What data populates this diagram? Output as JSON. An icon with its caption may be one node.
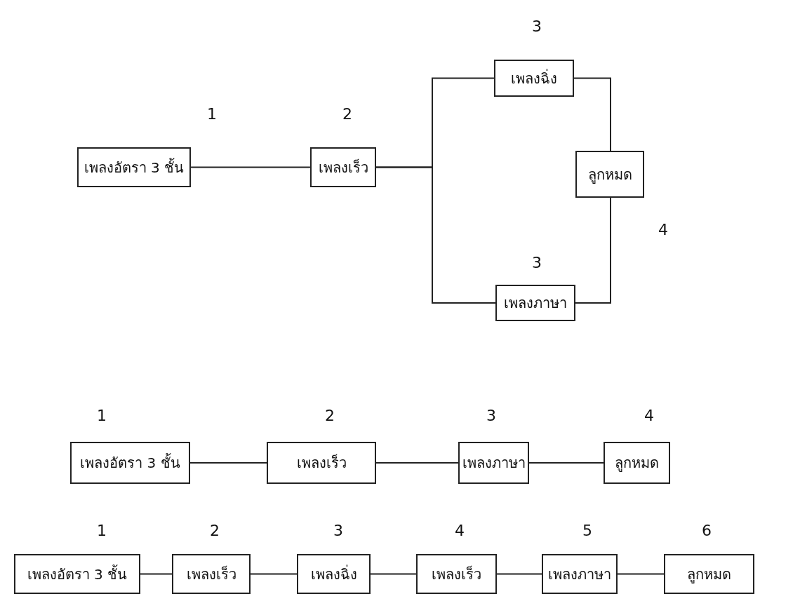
{
  "diagram": {
    "nodes": [
      {
        "text": [
          "เพลงอัตรา 3 ชั้น"
        ],
        "beside": [
          "1"
        ]
      },
      {
        "text": [
          "เพลงเร็ว"
        ],
        "beside": [
          "2"
        ]
      },
      {
        "text": [
          "เพลงฉิ่ง"
        ],
        "beside": [
          "3"
        ]
      },
      {
        "text": [
          "เพลงภาษา"
        ],
        "beside": [
          "3"
        ]
      },
      {
        "text": [
          "ลูกหมด"
        ],
        "beside": [
          "4"
        ]
      },
      {
        "text": [
          "เพลงอัตรา 3 ชั้น"
        ],
        "beside": [
          "1"
        ]
      },
      {
        "text": [
          "เพลงเร็ว"
        ],
        "beside": [
          "2"
        ]
      },
      {
        "text": [
          "เพลงภาษา"
        ],
        "beside": [
          "3"
        ]
      },
      {
        "text": [
          "ลูกหมด"
        ],
        "beside": [
          "4"
        ]
      },
      {
        "text": [
          "เพลงอัตรา 3 ชั้น"
        ],
        "beside": [
          "1"
        ]
      },
      {
        "text": [
          "เพลงเร็ว"
        ],
        "beside": [
          "2"
        ]
      },
      {
        "text": [
          "เพลงฉิ่ง"
        ],
        "beside": [
          "3"
        ]
      },
      {
        "text": [
          "เพลงเร็ว"
        ],
        "beside": [
          "4"
        ]
      },
      {
        "text": [
          "เพลงภาษา"
        ],
        "beside": [
          "5"
        ]
      },
      {
        "text": [
          "ลูกหมด"
        ],
        "beside": [
          "6"
        ]
      }
    ],
    "edges": [
      {
        "from": 0,
        "to": 1,
        "arrow": "none"
      },
      {
        "from": 1,
        "to": 2,
        "arrow": "none"
      },
      {
        "from": 1,
        "to": 3,
        "arrow": "none"
      },
      {
        "from": 2,
        "to": 4,
        "arrow": "none"
      },
      {
        "from": 3,
        "to": 4,
        "arrow": "none"
      },
      {
        "from": 5,
        "to": 6,
        "arrow": "none"
      },
      {
        "from": 6,
        "to": 7,
        "arrow": "none"
      },
      {
        "from": 7,
        "to": 8,
        "arrow": "none"
      },
      {
        "from": 9,
        "to": 10,
        "arrow": "none"
      },
      {
        "from": 10,
        "to": 11,
        "arrow": "none"
      },
      {
        "from": 11,
        "to": 12,
        "arrow": "none"
      },
      {
        "from": 12,
        "to": 13,
        "arrow": "none"
      },
      {
        "from": 13,
        "to": 14,
        "arrow": "none"
      }
    ]
  }
}
